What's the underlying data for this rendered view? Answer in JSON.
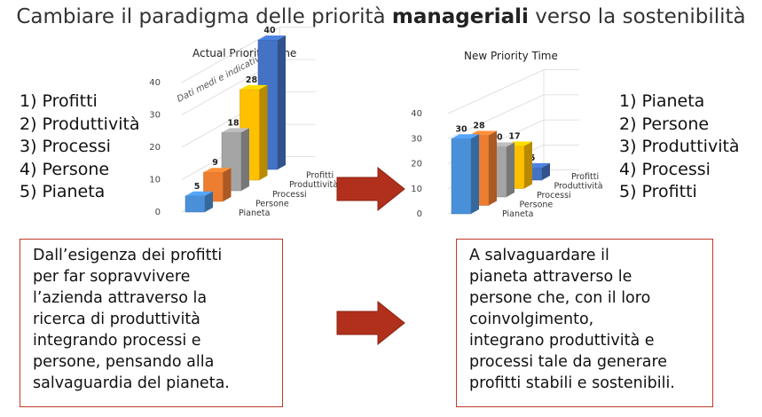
{
  "title": {
    "pre": "Cambiare il paradigma delle priorità ",
    "bold": "manageriali",
    "post": " verso la sostenibilità"
  },
  "left_list": [
    "1) Profitti",
    "2) Produttività",
    "3) Processi",
    "4) Persone",
    "5) Pianeta"
  ],
  "right_list": [
    "1) Pianeta",
    "2) Persone",
    "3) Produttività",
    "4) Processi",
    "5) Profitti"
  ],
  "rotated_note": "Dati medi e indicativi",
  "box_left": {
    "lines": [
      "Dall’esigenza dei profitti",
      "per far sopravvivere",
      "l’azienda attraverso la",
      "ricerca di produttività",
      "integrando processi e",
      "persone, pensando alla",
      "salvaguardia del pianeta."
    ]
  },
  "box_right": {
    "lines": [
      "A salvaguardare il",
      "pianeta attraverso le",
      "persone che, con il loro",
      "coinvolgimento,",
      "integrano  produttività e",
      "processi tale da generare",
      "profitti stabili e sostenibili."
    ]
  },
  "colors": {
    "pianeta": "#4a90d9",
    "persone": "#ed7d31",
    "processi": "#a5a5a5",
    "produttivita": "#ffc000",
    "profitti": "#4472c4",
    "arrow": "#b0301c",
    "box_border": "#c0392b"
  },
  "chart_data": [
    {
      "type": "bar",
      "title": "Actual Priority Time",
      "categories": [
        "Pianeta",
        "Persone",
        "Processi",
        "Produttività",
        "Profitti"
      ],
      "values": [
        5,
        9,
        18,
        28,
        40
      ],
      "yticks": [
        "0",
        "10",
        "20",
        "30",
        "40"
      ],
      "ylim": [
        0,
        40
      ],
      "style": "3d-column"
    },
    {
      "type": "bar",
      "title": "New Priority Time",
      "categories": [
        "Pianeta",
        "Persone",
        "Processi",
        "Produttività",
        "Profitti"
      ],
      "values": [
        30,
        28,
        20,
        17,
        5
      ],
      "yticks": [
        "0",
        "10",
        "20",
        "30",
        "40"
      ],
      "ylim": [
        0,
        40
      ],
      "style": "3d-column"
    }
  ]
}
